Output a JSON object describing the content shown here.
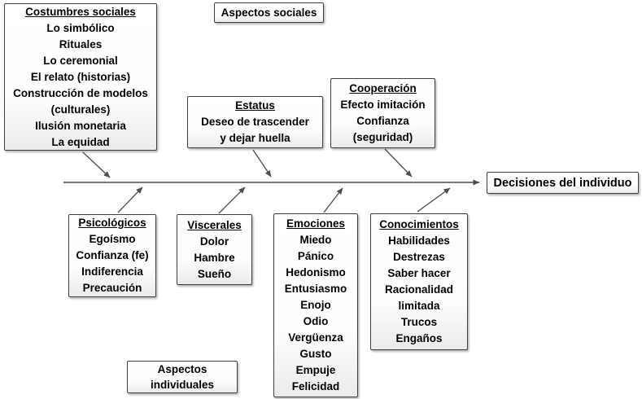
{
  "diagram": {
    "type": "fishbone",
    "effect": "Decisiones del individuo",
    "group_labels": {
      "social": "Aspectos sociales",
      "individual": "Aspectos\nindividuales"
    },
    "top_causes": [
      {
        "header": "Costumbres sociales",
        "items": [
          "Lo simbólico",
          "Rituales",
          "Lo ceremonial",
          "El relato (historias)",
          "Construcción de modelos\n(culturales)",
          "Ilusión monetaria",
          "La equidad"
        ]
      },
      {
        "header": "Estatus",
        "items": [
          "Deseo de trascender\ny dejar huella"
        ]
      },
      {
        "header": "Cooperación",
        "items": [
          "Efecto imitación",
          "Confianza\n(seguridad)"
        ]
      }
    ],
    "bottom_causes": [
      {
        "header": "Psicológicos",
        "items": [
          "Egoísmo",
          "Confianza (fe)",
          "Indiferencia",
          "Precaución"
        ]
      },
      {
        "header": "Viscerales",
        "items": [
          "Dolor",
          "Hambre",
          "Sueño"
        ]
      },
      {
        "header": "Emociones",
        "items": [
          "Miedo",
          "Pánico",
          "Hedonismo",
          "Entusiasmo",
          "Enojo",
          "Odio",
          "Vergüenza",
          "Gusto",
          "Empuje",
          "Felicidad"
        ]
      },
      {
        "header": "Conocimientos",
        "items": [
          "Habilidades",
          "Destrezas",
          "Saber hacer",
          "Racionalidad\nlimitada",
          "Trucos",
          "Engaños"
        ]
      }
    ],
    "colors": {
      "line": "#4d4d4d",
      "box_border": "#3f3f3f",
      "box_background_top": "#ffffff",
      "box_background_bottom": "#ebebeb",
      "text": "#000000",
      "page_background": "#ffffff"
    }
  }
}
